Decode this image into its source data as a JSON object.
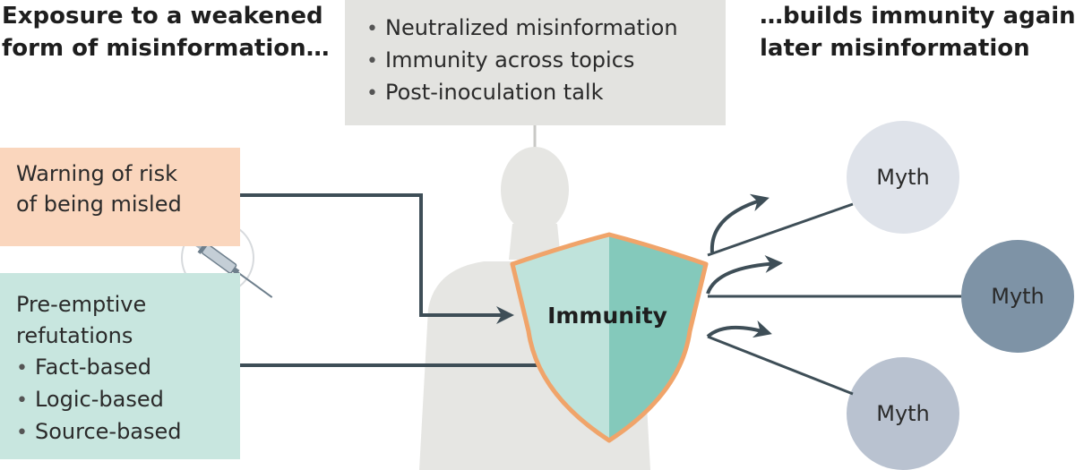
{
  "headings": {
    "left_line1": "Exposure to a weakened",
    "left_line2": "form of misinformation…",
    "right_line1": "…builds immunity against",
    "right_line2": "later misinformation"
  },
  "top_box": {
    "items": [
      "Neutralized misinformation",
      "Immunity across topics",
      "Post-inoculation talk"
    ]
  },
  "warning_box": {
    "line1": "Warning of risk",
    "line2": "of being misled"
  },
  "refutation_box": {
    "line1": "Pre-emptive",
    "line2": "refutations",
    "items": [
      "Fact-based",
      "Logic-based",
      "Source-based"
    ]
  },
  "shield": {
    "label": "Immunity"
  },
  "myths": {
    "myth1": "Myth",
    "myth2": "Myth",
    "myth3": "Myth"
  },
  "icons": [
    "syringe-icon",
    "person-silhouette",
    "shield-icon"
  ],
  "colors": {
    "warning_fill": "#fad6bd",
    "refutation_fill": "#c8e6df",
    "top_box_fill": "#e3e3e0",
    "arrow": "#3e4e57",
    "shield_outline": "#f0a46a",
    "shield_left": "#bfe3db",
    "shield_right": "#84c9bb",
    "myth_light": "#dfe3ea",
    "myth_dark": "#7e93a6",
    "myth_mid": "#b9c2d0",
    "silhouette": "#e6e6e3"
  }
}
